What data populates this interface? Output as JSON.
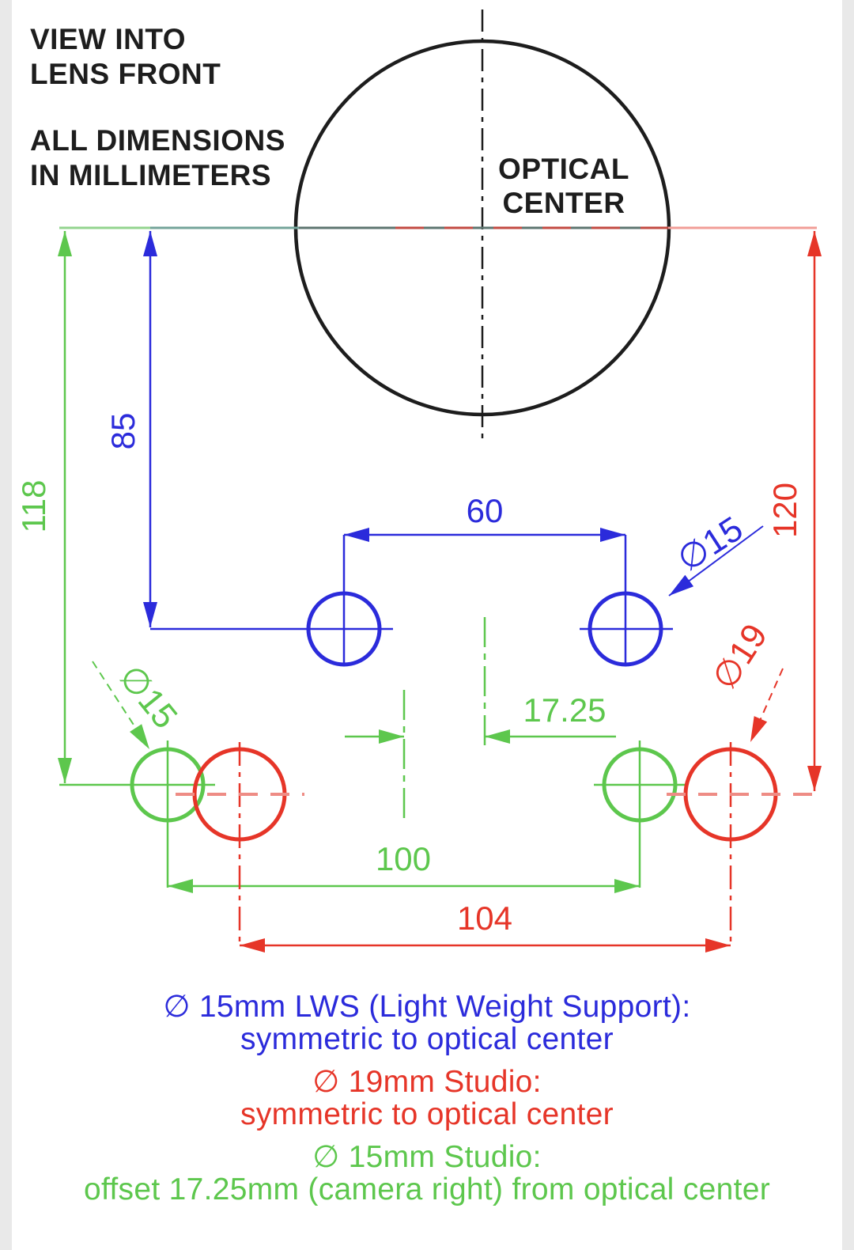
{
  "colors": {
    "blue": "#2b2bdb",
    "green": "#5dc74d",
    "red": "#e63528",
    "black": "#1d1d1d",
    "teal": "#74a49a",
    "light_green": "#93d48e",
    "dark_teal": "#5d7570",
    "light_red": "#f19d97",
    "pink_dash": "#ee8c85",
    "red_dash_overlay": "#c24a42"
  },
  "header": {
    "view_line1": "VIEW INTO",
    "view_line2": "LENS FRONT",
    "dims_line1": "ALL DIMENSIONS",
    "dims_line2": "IN MILLIMETERS"
  },
  "lens": {
    "label_line1": "OPTICAL",
    "label_line2": "CENTER"
  },
  "dims": {
    "d118": "118",
    "d85": "85",
    "d60": "60",
    "d120": "120",
    "d1725": "17.25",
    "d100": "100",
    "d104": "104",
    "dia15_lws": "∅15",
    "dia15_studio": "∅15",
    "dia19_studio": "∅19"
  },
  "notes": {
    "lws_line1": "∅ 15mm LWS (Light Weight Support):",
    "lws_line2": "symmetric to optical center",
    "studio19_line1": "∅ 19mm Studio:",
    "studio19_line2": "symmetric to optical center",
    "studio15_line1": "∅ 15mm Studio:",
    "studio15_line2": "offset 17.25mm (camera right) from optical center"
  }
}
